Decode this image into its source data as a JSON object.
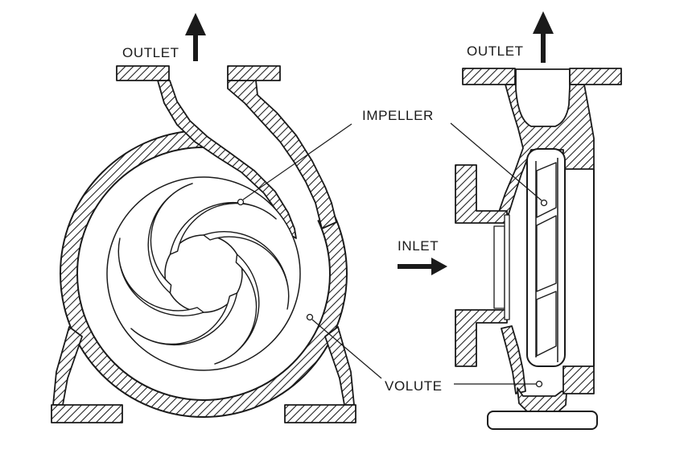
{
  "labels": {
    "outlet_left": "OUTLET",
    "outlet_right": "OUTLET",
    "impeller": "IMPELLER",
    "inlet": "INLET",
    "volute": "VOLUTE"
  },
  "colors": {
    "ink": "#1a1a1a",
    "background": "#ffffff"
  }
}
